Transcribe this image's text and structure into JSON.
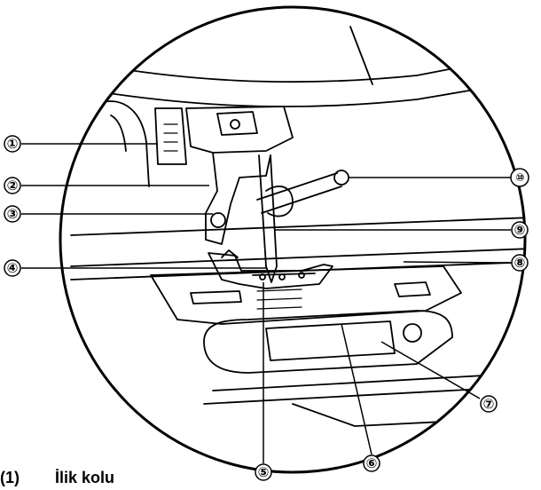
{
  "callouts": [
    {
      "id": 1,
      "symbol": "①"
    },
    {
      "id": 2,
      "symbol": "②"
    },
    {
      "id": 3,
      "symbol": "③"
    },
    {
      "id": 4,
      "symbol": "④"
    },
    {
      "id": 5,
      "symbol": "⑤"
    },
    {
      "id": 6,
      "symbol": "⑥"
    },
    {
      "id": 7,
      "symbol": "⑦"
    },
    {
      "id": 8,
      "symbol": "⑧"
    },
    {
      "id": 9,
      "symbol": "⑨"
    },
    {
      "id": 10,
      "symbol": "⑩"
    }
  ],
  "caption": {
    "number": "(1)",
    "text": "İlik kolu"
  }
}
